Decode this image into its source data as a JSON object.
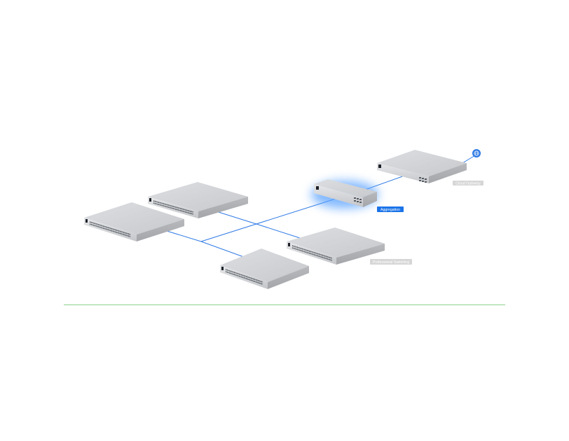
{
  "diagram": {
    "labels": {
      "cloud_gateway": "Cloud Gateway",
      "aggregation": "Aggregation",
      "professional_switching": "Professional Switching"
    },
    "devices": [
      {
        "id": "cloud-gateway",
        "kind": "gateway",
        "label_key": "cloud_gateway"
      },
      {
        "id": "aggregation-switch",
        "kind": "aggregation-switch",
        "label_key": "aggregation",
        "highlighted": true
      },
      {
        "id": "professional-switch-a",
        "kind": "48-port-switch"
      },
      {
        "id": "professional-switch-b",
        "kind": "48-port-switch"
      },
      {
        "id": "professional-switch-c",
        "kind": "24-port-switch",
        "label_key": "professional_switching"
      },
      {
        "id": "professional-switch-d",
        "kind": "48-port-switch"
      }
    ],
    "internet_icon": "globe-icon",
    "colors": {
      "link": "#2f7ae5",
      "highlight_glow": "#5aa2ff",
      "badge_active": "#1a73e8",
      "badge_inactive": "#d6d6d6",
      "divider": "#8fd08f",
      "device_top": "#d2d4d8",
      "device_front": "#bdc0c5"
    }
  }
}
